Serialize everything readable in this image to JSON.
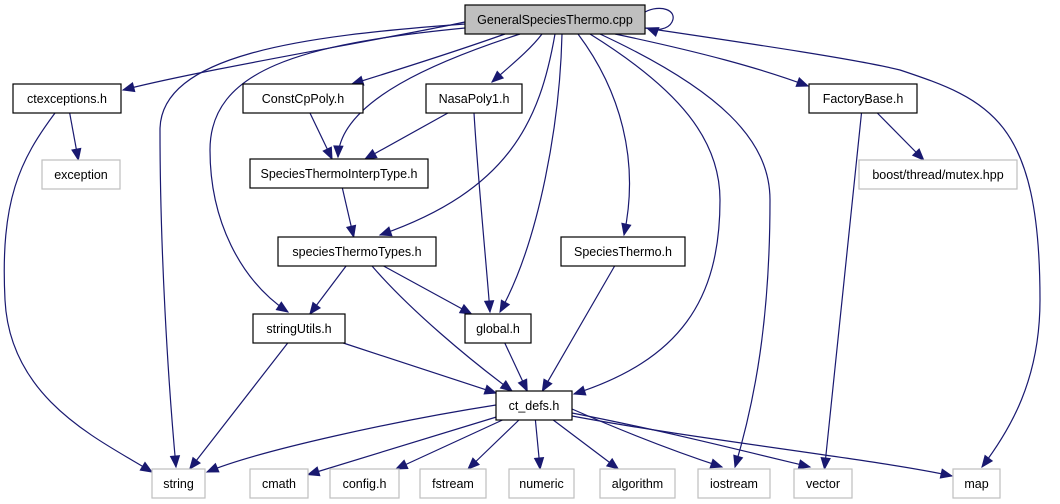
{
  "diagram": {
    "title": "GeneralSpeciesThermo.cpp include dependency graph",
    "colors": {
      "edge": "#191970",
      "root_fill": "#bfbfbf",
      "root_border": "#000000",
      "doc_border": "#000000",
      "external_border": "#bfbfbf",
      "node_fill": "#ffffff"
    },
    "nodes": [
      {
        "id": "root",
        "label": "GeneralSpeciesThermo.cpp",
        "kind": "root"
      },
      {
        "id": "ctexceptions",
        "label": "ctexceptions.h",
        "kind": "documented"
      },
      {
        "id": "constcp",
        "label": "ConstCpPoly.h",
        "kind": "documented"
      },
      {
        "id": "nasapoly1",
        "label": "NasaPoly1.h",
        "kind": "documented"
      },
      {
        "id": "factorybase",
        "label": "FactoryBase.h",
        "kind": "documented"
      },
      {
        "id": "exception",
        "label": "exception",
        "kind": "external"
      },
      {
        "id": "interptype",
        "label": "SpeciesThermoInterpType.h",
        "kind": "documented"
      },
      {
        "id": "mutex",
        "label": "boost/thread/mutex.hpp",
        "kind": "external"
      },
      {
        "id": "sttypes",
        "label": "speciesThermoTypes.h",
        "kind": "documented"
      },
      {
        "id": "speciesthermo",
        "label": "SpeciesThermo.h",
        "kind": "documented"
      },
      {
        "id": "stringutils",
        "label": "stringUtils.h",
        "kind": "documented"
      },
      {
        "id": "global",
        "label": "global.h",
        "kind": "documented"
      },
      {
        "id": "ctdefs",
        "label": "ct_defs.h",
        "kind": "documented"
      },
      {
        "id": "string",
        "label": "string",
        "kind": "external"
      },
      {
        "id": "cmath",
        "label": "cmath",
        "kind": "external"
      },
      {
        "id": "config",
        "label": "config.h",
        "kind": "external"
      },
      {
        "id": "fstream",
        "label": "fstream",
        "kind": "external"
      },
      {
        "id": "numeric",
        "label": "numeric",
        "kind": "external"
      },
      {
        "id": "algorithm",
        "label": "algorithm",
        "kind": "external"
      },
      {
        "id": "iostream",
        "label": "iostream",
        "kind": "external"
      },
      {
        "id": "vector",
        "label": "vector",
        "kind": "external"
      },
      {
        "id": "map",
        "label": "map",
        "kind": "external"
      }
    ],
    "edges": [
      {
        "from": "root",
        "to": "root"
      },
      {
        "from": "root",
        "to": "ctexceptions"
      },
      {
        "from": "root",
        "to": "string"
      },
      {
        "from": "root",
        "to": "stringutils"
      },
      {
        "from": "root",
        "to": "constcp"
      },
      {
        "from": "root",
        "to": "interptype"
      },
      {
        "from": "root",
        "to": "nasapoly1"
      },
      {
        "from": "root",
        "to": "sttypes"
      },
      {
        "from": "root",
        "to": "global"
      },
      {
        "from": "root",
        "to": "speciesthermo"
      },
      {
        "from": "root",
        "to": "ctdefs"
      },
      {
        "from": "root",
        "to": "iostream"
      },
      {
        "from": "root",
        "to": "factorybase"
      },
      {
        "from": "root",
        "to": "map"
      },
      {
        "from": "ctexceptions",
        "to": "exception"
      },
      {
        "from": "ctexceptions",
        "to": "string"
      },
      {
        "from": "constcp",
        "to": "interptype"
      },
      {
        "from": "nasapoly1",
        "to": "interptype"
      },
      {
        "from": "nasapoly1",
        "to": "global"
      },
      {
        "from": "interptype",
        "to": "sttypes"
      },
      {
        "from": "factorybase",
        "to": "mutex"
      },
      {
        "from": "factorybase",
        "to": "vector"
      },
      {
        "from": "sttypes",
        "to": "stringutils"
      },
      {
        "from": "sttypes",
        "to": "global"
      },
      {
        "from": "sttypes",
        "to": "ctdefs"
      },
      {
        "from": "speciesthermo",
        "to": "ctdefs"
      },
      {
        "from": "stringutils",
        "to": "string"
      },
      {
        "from": "stringutils",
        "to": "ctdefs"
      },
      {
        "from": "global",
        "to": "ctdefs"
      },
      {
        "from": "ctdefs",
        "to": "string"
      },
      {
        "from": "ctdefs",
        "to": "cmath"
      },
      {
        "from": "ctdefs",
        "to": "config"
      },
      {
        "from": "ctdefs",
        "to": "fstream"
      },
      {
        "from": "ctdefs",
        "to": "numeric"
      },
      {
        "from": "ctdefs",
        "to": "algorithm"
      },
      {
        "from": "ctdefs",
        "to": "iostream"
      },
      {
        "from": "ctdefs",
        "to": "vector"
      },
      {
        "from": "ctdefs",
        "to": "map"
      }
    ]
  }
}
